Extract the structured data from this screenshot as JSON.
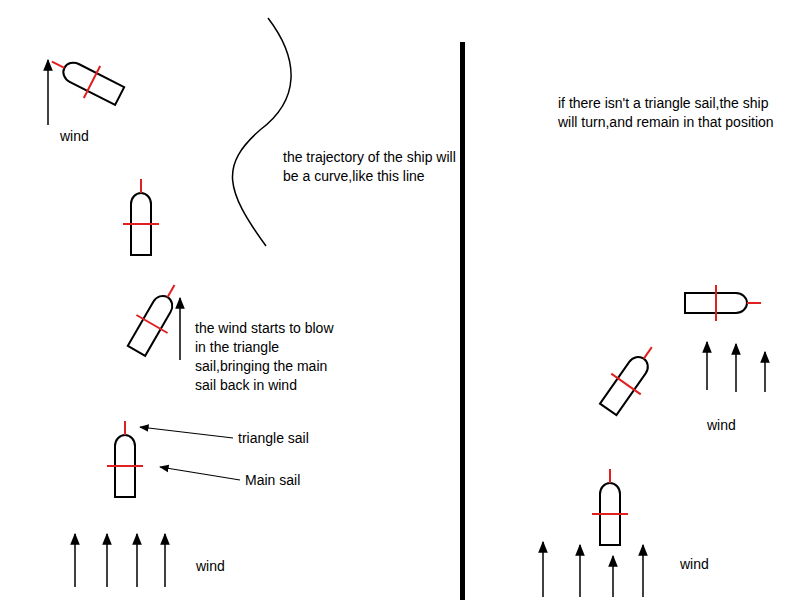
{
  "diagram": {
    "labels": [
      "wind",
      "the trajectory of the ship will be a curve,like this line",
      "if there isn't a triangle sail,the ship will turn,and remain in that position",
      "the wind starts to blow in the triangle sail,bringing the main sail back in wind",
      "triangle sail",
      "Main sail",
      "wind",
      "wind",
      "wind"
    ]
  }
}
